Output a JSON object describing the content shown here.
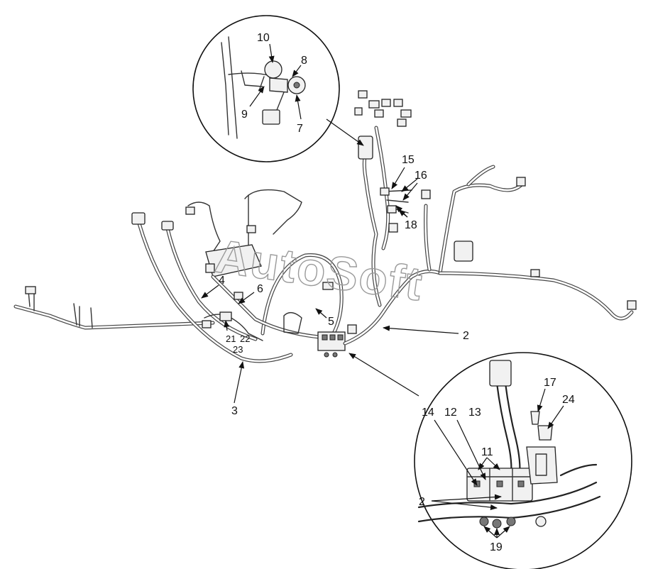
{
  "watermark": "AutoSoft",
  "callouts": {
    "c10": "10",
    "c8": "8",
    "c9": "9",
    "c7": "7",
    "c15": "15",
    "c16": "16",
    "c18": "18",
    "c4": "4",
    "c6": "6",
    "c5": "5",
    "c2_main": "2",
    "c21": "21",
    "c22": "22",
    "c23": "23",
    "c3": "3",
    "c17": "17",
    "c24": "24",
    "c14": "14",
    "c12": "12",
    "c13": "13",
    "c11": "11",
    "c2_detail": "2",
    "c19": "19"
  }
}
